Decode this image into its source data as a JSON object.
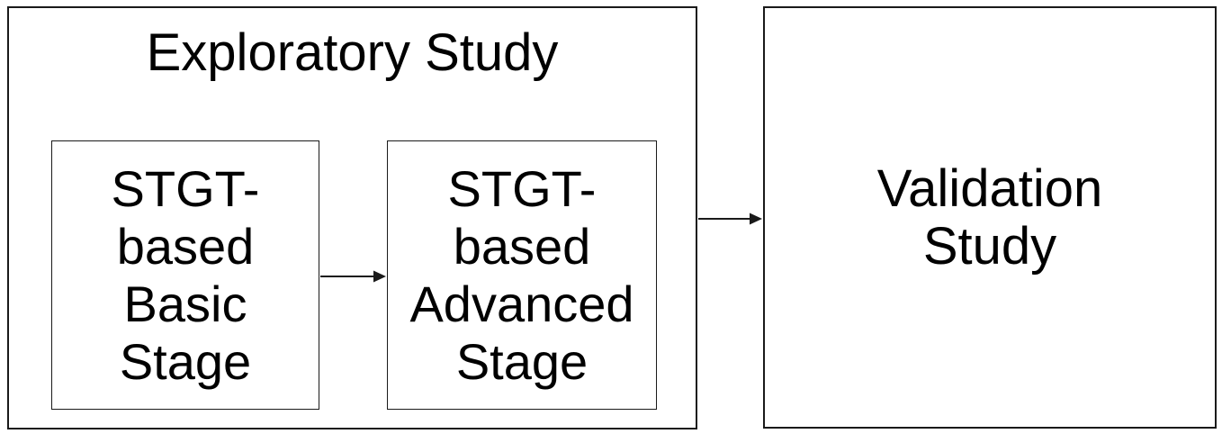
{
  "diagram": {
    "exploratory_group": {
      "title": "Exploratory Study",
      "stages": [
        {
          "id": "basic-stage",
          "label": "STGT-\nbased\nBasic\nStage"
        },
        {
          "id": "advanced-stage",
          "label": "STGT-\nbased\nAdvanced\nStage"
        }
      ]
    },
    "validation_box": {
      "label": "Validation\nStudy"
    },
    "arrows": [
      {
        "from": "basic-stage",
        "to": "advanced-stage"
      },
      {
        "from": "exploratory-study",
        "to": "validation-study"
      }
    ],
    "colors": {
      "background": "#ffffff",
      "border": "#1a1a1a",
      "text": "#000000"
    }
  }
}
